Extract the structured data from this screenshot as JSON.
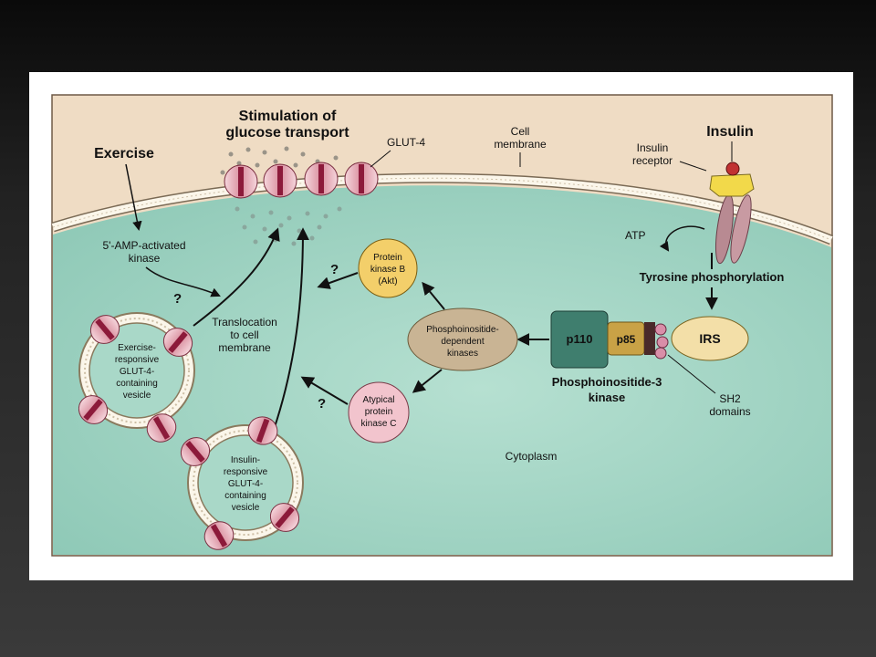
{
  "labels": {
    "title_line1": "Stimulation of",
    "title_line2": "glucose transport",
    "glut4": "GLUT-4",
    "cell_membrane_line1": "Cell",
    "cell_membrane_line2": "membrane",
    "insulin": "Insulin",
    "insulin_receptor_line1": "Insulin",
    "insulin_receptor_line2": "receptor",
    "exercise": "Exercise",
    "ampk_line1": "5'-AMP-activated",
    "ampk_line2": "kinase",
    "atp": "ATP",
    "tyrosine_phosphorylation": "Tyrosine phosphorylation",
    "irs": "IRS",
    "p110": "p110",
    "p85": "p85",
    "pi3k_line1": "Phosphoinositide-3",
    "pi3k_line2": "kinase",
    "sh2_line1": "SH2",
    "sh2_line2": "domains",
    "pdk_line1": "Phosphoinositide-",
    "pdk_line2": "dependent",
    "pdk_line3": "kinases",
    "pkb_line1": "Protein",
    "pkb_line2": "kinase B",
    "pkb_line3": "(Akt)",
    "apkc_line1": "Atypical",
    "apkc_line2": "protein",
    "apkc_line3": "kinase C",
    "translocation_line1": "Translocation",
    "translocation_line2": "to cell",
    "translocation_line3": "membrane",
    "exercise_vesicle": [
      "Exercise-",
      "responsive",
      "GLUT-4-",
      "containing",
      "vesicle"
    ],
    "insulin_vesicle": [
      "Insulin-",
      "responsive",
      "GLUT-4-",
      "containing",
      "vesicle"
    ],
    "cytoplasm": "Cytoplasm",
    "question_mark": "?"
  },
  "colors": {
    "extracellular": "#efdcc4",
    "cytoplasm": "#a9d8c8",
    "membrane": "#fbf6ea",
    "glut_body": "#e7b5bf",
    "glut_core": "#8c1a3a",
    "pkb": "#f3cf6a",
    "apkc": "#f2c4cd",
    "pdk": "#c9b494",
    "irs": "#f3dfa8",
    "p110": "#3f7e6e",
    "p85": "#c9a246"
  }
}
